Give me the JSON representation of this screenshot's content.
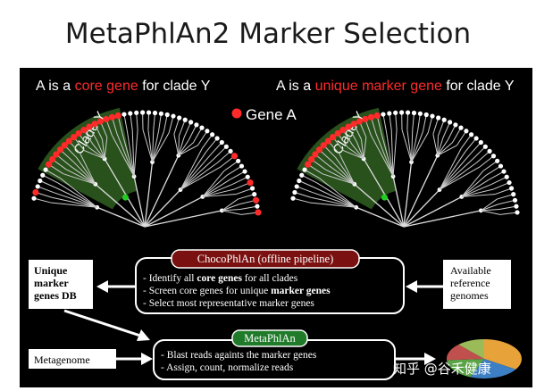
{
  "slide": {
    "title": "MetaPhlAn2 Marker Selection"
  },
  "trees": [
    {
      "prefix": "A is a ",
      "highlight": "core gene",
      "suffix": " for clade Y",
      "clade_label": "Clade Y"
    },
    {
      "prefix": "A is a ",
      "highlight": "unique marker gene",
      "suffix": " for clade Y",
      "clade_label": "Clade Y"
    }
  ],
  "legend": {
    "label": "Gene A"
  },
  "boxes": {
    "unique_db": [
      "Unique",
      "marker",
      "genes DB"
    ],
    "available": [
      "Available",
      "reference",
      "genomes"
    ],
    "metagenome": "Metagenome"
  },
  "chocophlan": {
    "title": "ChocoPhlAn (offline pipeline)",
    "lines": [
      {
        "pre": "- Identify all ",
        "bold": "core genes",
        "post": " for all clades"
      },
      {
        "pre": "- Screen core genes for unique ",
        "bold": "marker genes",
        "post": ""
      },
      {
        "pre": "- Select most representative marker genes",
        "bold": "",
        "post": ""
      }
    ]
  },
  "metaphlan": {
    "title": "MetaPhlAn",
    "lines": [
      "- Blast reads againts the marker genes",
      "- Assign, count, normalize reads"
    ]
  },
  "watermark": "知乎 @谷禾健康",
  "colors": {
    "red_highlight": "#ff2a2a",
    "clade_green": "#2c5a1f",
    "node_green": "#22cc22",
    "choco_header": "#7a1010",
    "metaphlan_header": "#1f7a2a"
  }
}
